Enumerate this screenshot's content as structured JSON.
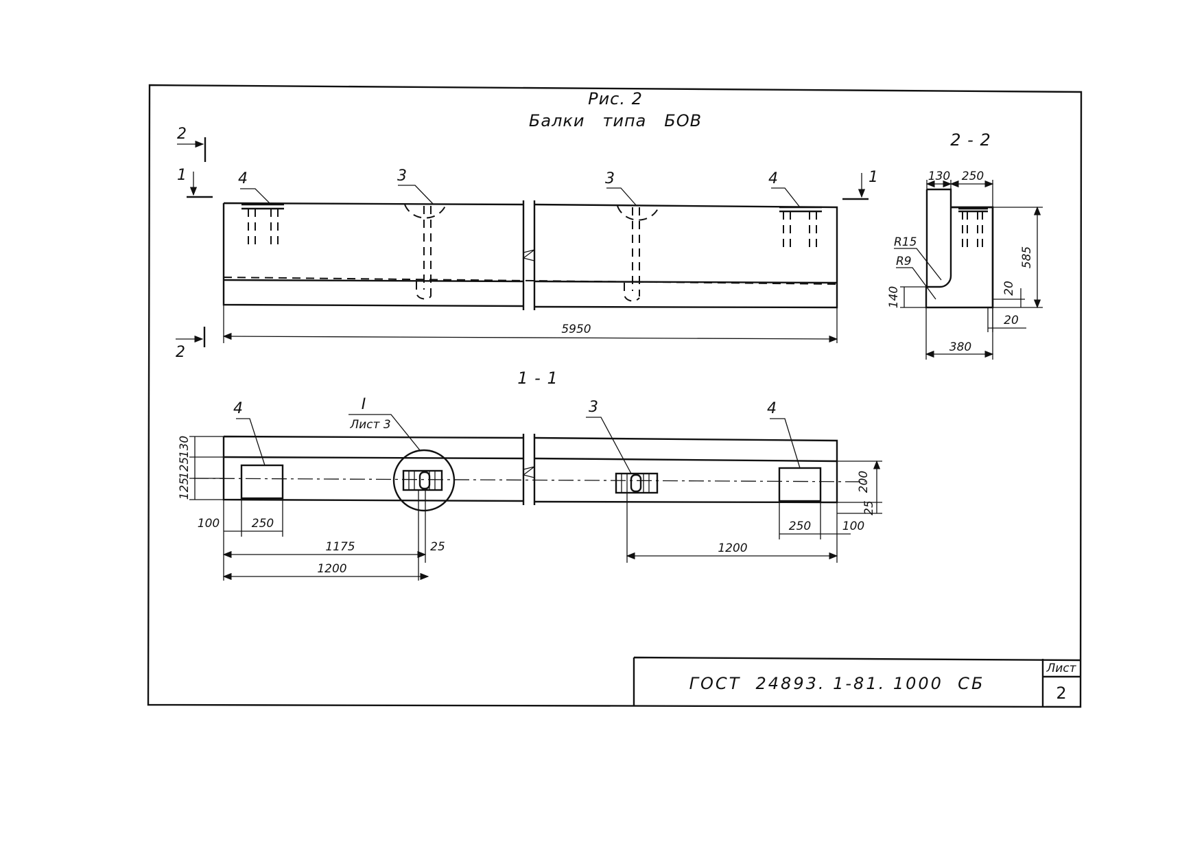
{
  "figure": {
    "caption": "Рис. 2",
    "title": "Балки   типа   БОВ"
  },
  "section_marks": {
    "s2_top": "2",
    "s2_bottom": "2",
    "s1_left": "1",
    "s1_right": "1"
  },
  "views": {
    "elevation": {
      "callouts": [
        "4",
        "3",
        "3",
        "4"
      ],
      "length": "5950"
    },
    "section_2_2": {
      "title": "2 - 2",
      "dims": {
        "top_left": "130",
        "top_right": "250",
        "height": "585",
        "radius_outer": "R15",
        "radius_inner": "R9",
        "ledge_height": "140",
        "bottom_gap": "20",
        "side_gap": "20",
        "base_width": "380"
      }
    },
    "section_1_1": {
      "title": "1 - 1",
      "callouts": [
        "4",
        "3",
        "4"
      ],
      "detail_ref": {
        "mark": "I",
        "sheet": "Лист 3"
      },
      "left_dims": [
        "125",
        "125",
        "130"
      ],
      "right_dims": [
        "200",
        "25"
      ],
      "bottom_dims": {
        "left_edge": "100",
        "left_plate": "250",
        "offset_1175": "1175",
        "gap_25": "25",
        "left_1200": "1200",
        "right_plate": "250",
        "right_edge": "100",
        "right_1200": "1200"
      }
    }
  },
  "title_block": {
    "designation": "ГОСТ  24893. 1-81. 1000  СБ",
    "sheet_label": "Лист",
    "sheet_number": "2"
  }
}
